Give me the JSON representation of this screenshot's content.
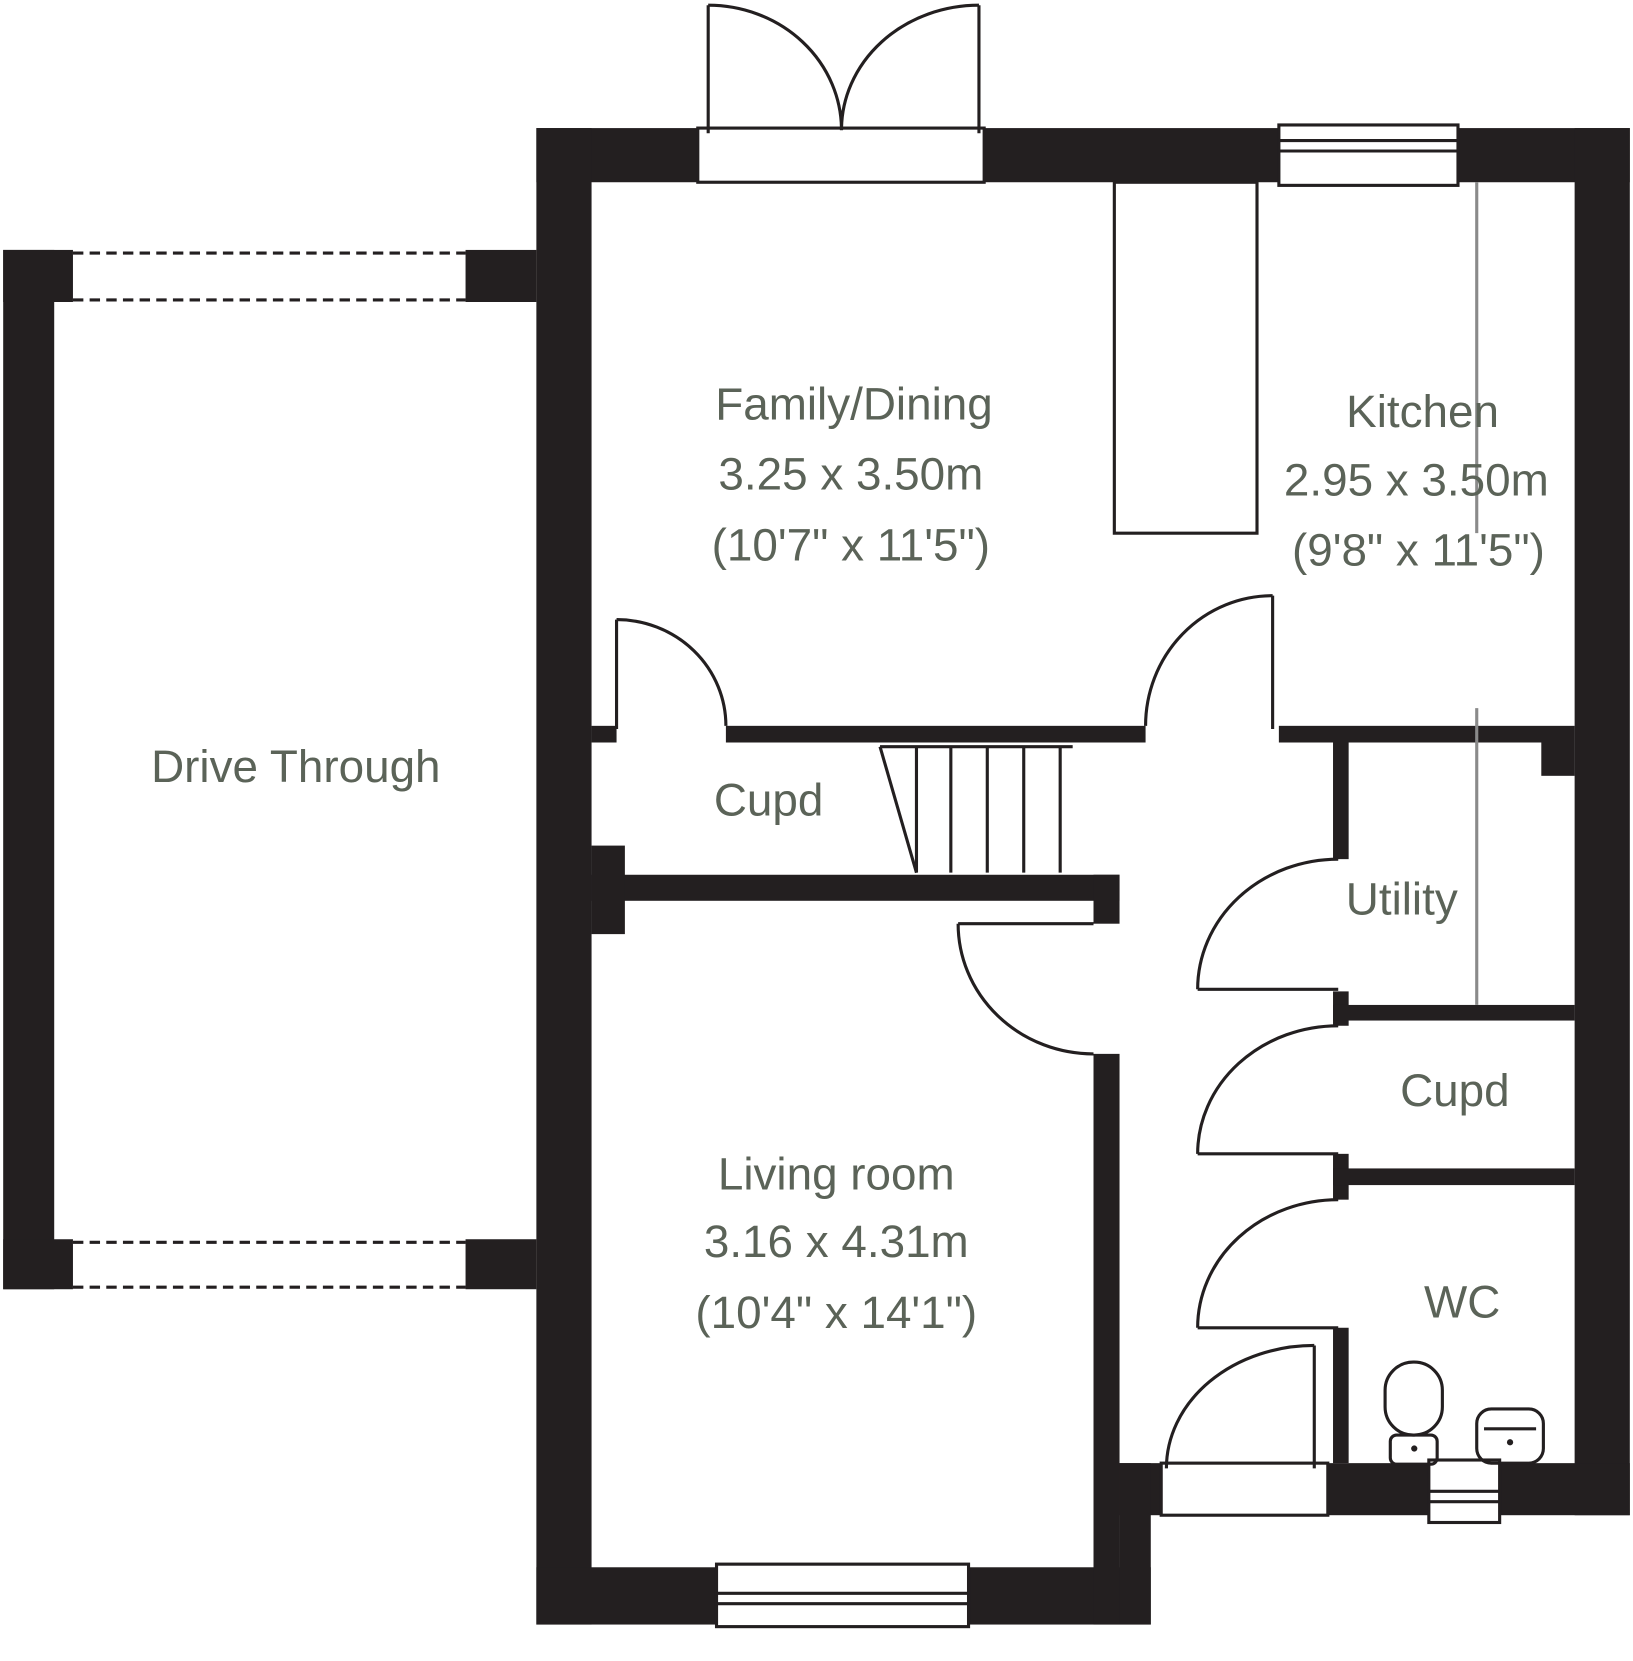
{
  "rooms": {
    "family_dining": {
      "name": "Family/Dining",
      "metric": "3.25 x 3.50m",
      "imperial": "(10'7\" x 11'5\")"
    },
    "kitchen": {
      "name": "Kitchen",
      "metric": "2.95 x 3.50m",
      "imperial": "(9'8\" x 11'5\")"
    },
    "drive_through": {
      "name": "Drive Through"
    },
    "cupd_stairs": {
      "name": "Cupd"
    },
    "utility": {
      "name": "Utility"
    },
    "cupd_hall": {
      "name": "Cupd"
    },
    "living_room": {
      "name": "Living room",
      "metric": "3.16 x 4.31m",
      "imperial": "(10'4\" x 14'1\")"
    },
    "wc": {
      "name": "WC"
    }
  },
  "colors": {
    "wall": "#231f20",
    "label": "#5b6358"
  }
}
